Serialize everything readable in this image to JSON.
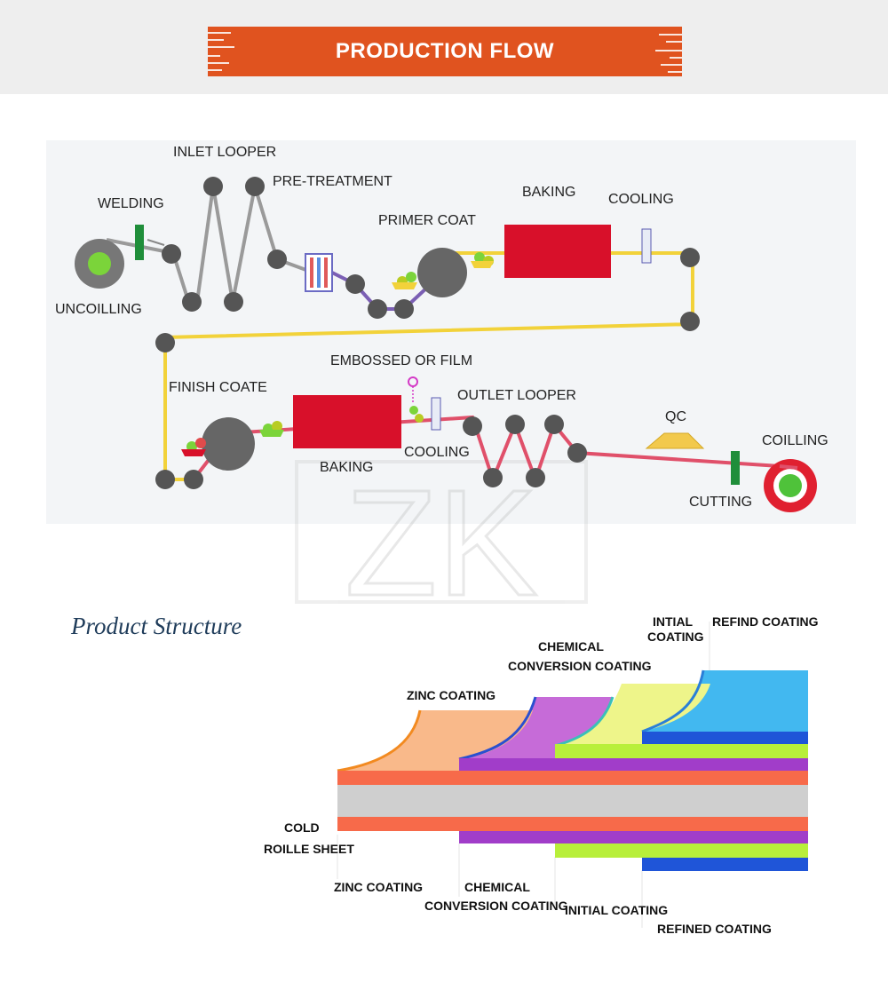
{
  "banner": {
    "title": "PRODUCTION FLOW",
    "color": "#e0531f"
  },
  "watermark": "ZK",
  "flow": {
    "labels": {
      "inlet_looper": "INLET LOOPER",
      "pre_treatment": "PRE-TREATMENT",
      "welding": "WELDING",
      "baking_top": "BAKING",
      "cooling_top": "COOLING",
      "primer_coat": "PRIMER COAT",
      "uncoilling": "UNCOILLING",
      "embossed_or_film": "EMBOSSED OR FILM",
      "finish_coate": "FINISH COATE",
      "outlet_looper": "OUTLET LOOPER",
      "qc": "QC",
      "coilling": "COILLING",
      "baking_bottom": "BAKING",
      "cooling_bottom": "COOLING",
      "cutting": "CUTTING"
    },
    "colors": {
      "strip_grey": "#9a9a9a",
      "strip_purple": "#7b5fb4",
      "strip_yellow": "#f2d23a",
      "strip_red": "#e0506a",
      "oven": "#d8102a",
      "roller": "#555555"
    }
  },
  "structure": {
    "title": "Product Structure",
    "top_labels": {
      "intial_coating": [
        "INTIAL",
        "COATING"
      ],
      "refind_coating": "REFIND COATING",
      "chemical": [
        "CHEMICAL",
        "CONVERSION COATING"
      ],
      "zinc": "ZINC COATING"
    },
    "bottom_labels": {
      "cold": [
        "COLD",
        "ROILLE SHEET"
      ],
      "zinc": "ZINC COATING",
      "chemical": [
        "CHEMICAL",
        "CONVERSION COATING"
      ],
      "initial": "INITIAL COATING",
      "refined": "REFINED COATING"
    },
    "colors": {
      "substrate": "#cfcfcf",
      "zinc": "#f76a4a",
      "zinc_top": "#f9b98a",
      "chemical": "#a13dc9",
      "chemical_top": "#c66bd8",
      "initial": "#b8ef3a",
      "initial_top": "#eef58a",
      "refined": "#1f55d8",
      "refined_top": "#42b8f0"
    }
  }
}
